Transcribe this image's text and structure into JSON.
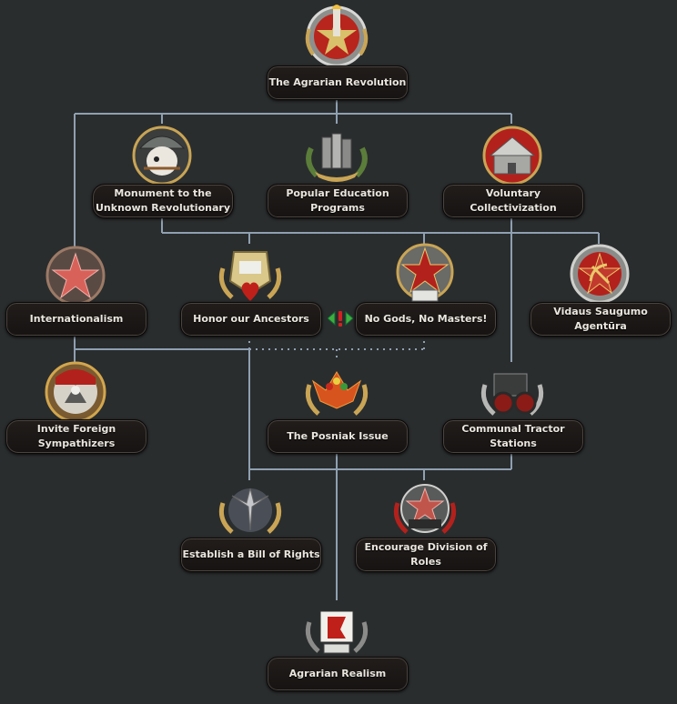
{
  "tree_title": "",
  "focuses": [
    {
      "id": "agrarian-revolution",
      "label": "The Agrarian Revolution",
      "icon": "liberty-torch-star-icon"
    },
    {
      "id": "monument",
      "label": "Monument to the Unknown Revolutionary",
      "icon": "pony-soldier-helmet-icon"
    },
    {
      "id": "popular-education",
      "label": "Popular Education Programs",
      "icon": "books-laurel-icon"
    },
    {
      "id": "voluntary-collectivization",
      "label": "Voluntary Collectivization",
      "icon": "farmhouse-icon"
    },
    {
      "id": "internationalism",
      "label": "Internationalism",
      "icon": "red-star-laurel-icon"
    },
    {
      "id": "honor-ancestors",
      "label": "Honor our Ancestors",
      "icon": "temple-heart-icon"
    },
    {
      "id": "no-gods",
      "label": "No Gods, No Masters!",
      "icon": "red-star-temple-icon"
    },
    {
      "id": "vidaus",
      "label": "Vidaus Saugumo Agentūra",
      "icon": "hammer-sickle-star-icon"
    },
    {
      "id": "invite-foreign",
      "label": "Invite Foreign Sympathizers",
      "icon": "griffon-badge-icon"
    },
    {
      "id": "posniak",
      "label": "The Posniak Issue",
      "icon": "phoenix-wings-icon"
    },
    {
      "id": "tractor",
      "label": "Communal Tractor Stations",
      "icon": "tractor-icon"
    },
    {
      "id": "bill-of-rights",
      "label": "Establish a Bill of Rights",
      "icon": "winged-statue-icon"
    },
    {
      "id": "division-roles",
      "label": "Encourage Division of Roles",
      "icon": "factory-star-icon"
    },
    {
      "id": "agrarian-realism",
      "label": "Agrarian Realism",
      "icon": "red-flag-temple-icon"
    }
  ],
  "mutual_exclusion_icon": "mutually-exclusive-icon",
  "colors": {
    "line": "#8fa0b1",
    "background": "#2a2d2e",
    "gold": "#c9a555",
    "silver": "#b8b9b6",
    "red": "#b3211c"
  }
}
